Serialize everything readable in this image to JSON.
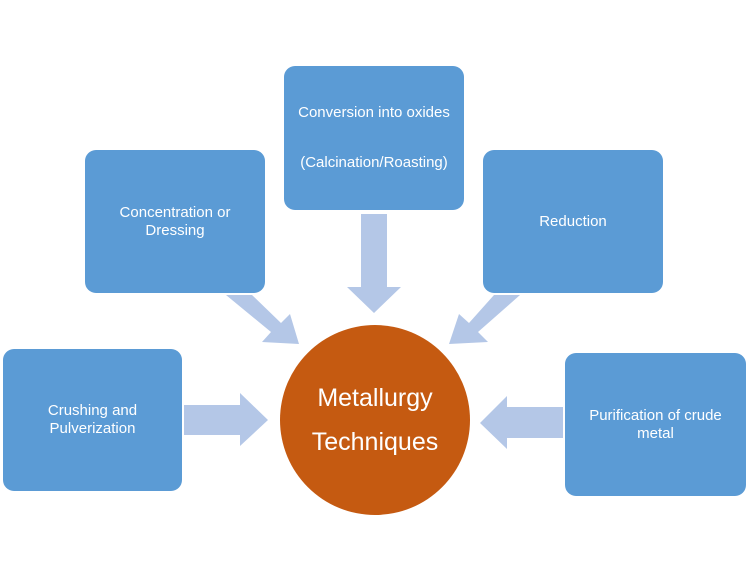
{
  "center": {
    "line1": "Metallurgy",
    "line2": "Techniques"
  },
  "steps": {
    "crushing": {
      "line1": "Crushing and",
      "line2": "Pulverization"
    },
    "concentration": {
      "line1": "Concentration or",
      "line2": "Dressing"
    },
    "conversion": {
      "line1": "Conversion into oxides",
      "line2": "(Calcination/Roasting)"
    },
    "reduction": {
      "line1": "Reduction"
    },
    "purification": {
      "line1": "Purification of crude",
      "line2": "metal"
    }
  },
  "colors": {
    "box": "#5b9bd5",
    "arrow": "#b4c7e7",
    "center": "#c55a11",
    "text": "#ffffff"
  }
}
